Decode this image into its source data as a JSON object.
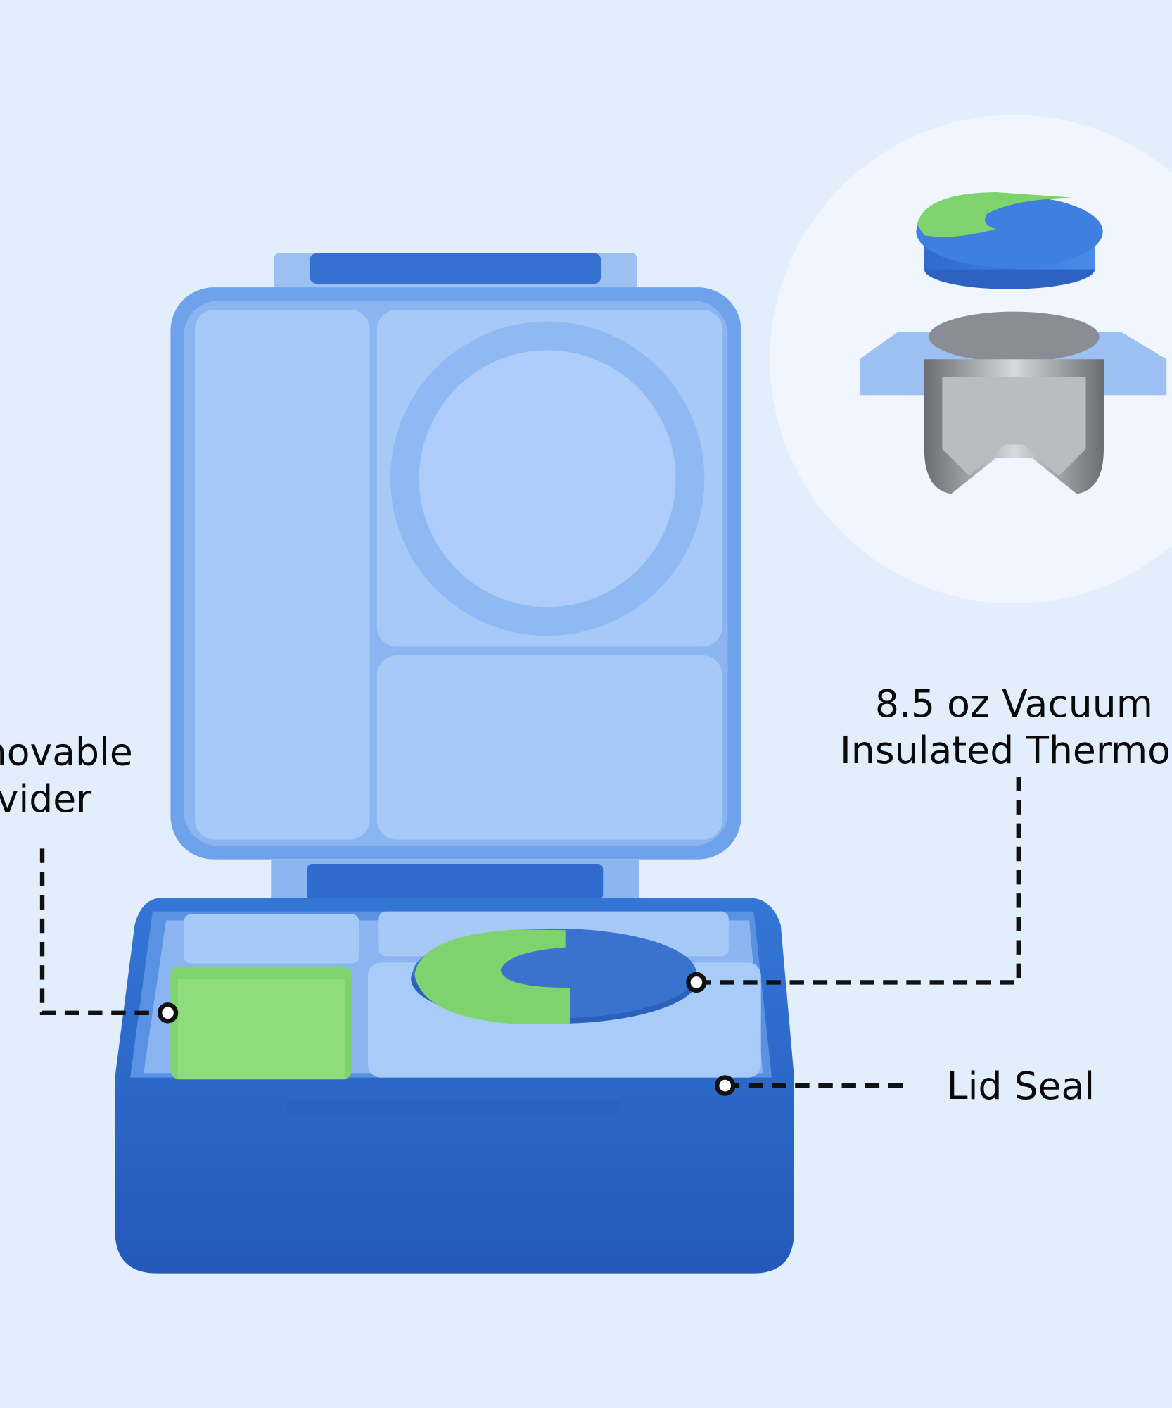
{
  "callouts": {
    "divider": {
      "line1": "Removable",
      "line2": "Divider"
    },
    "thermos": {
      "line1": "8.5 oz Vacuum",
      "line2": "Insulated Thermos"
    },
    "lid_seal": {
      "label": "Lid Seal"
    }
  },
  "colors": {
    "background": "#e3eefd",
    "inset_circle": "#f1f6fe",
    "box_blue": "#2b68c7",
    "tray_light_blue": "#a9cbf7",
    "accent_green": "#7fd36e"
  }
}
